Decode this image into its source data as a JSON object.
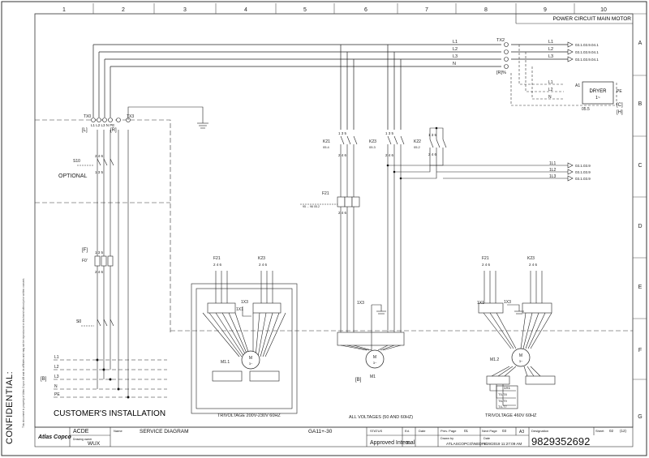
{
  "title": "POWER CIRCUIT MAIN MOTOR",
  "grid": {
    "columns": [
      "1",
      "2",
      "3",
      "4",
      "5",
      "6",
      "7",
      "8",
      "9",
      "10"
    ],
    "rows": [
      "A",
      "B",
      "C",
      "D",
      "E",
      "F",
      "G"
    ]
  },
  "left_margin": {
    "confidential": "CONFIDENTIAL:",
    "fine_print": "This document is property of Atlas Copco AB and its affiliates and may not be reproduced or disclosed without prior written consent."
  },
  "supply": {
    "lines_in": [
      "L1",
      "L2",
      "L3",
      "N"
    ],
    "terminal": "TX2",
    "lines_out": [
      "L1",
      "L2",
      "L3"
    ],
    "refs": [
      "03.1.03.9.04.1",
      "03.1.03.9.04.1",
      "03.1.03.9.04.1"
    ],
    "r_tag": "[R]%"
  },
  "dryer": {
    "label": "DRYER",
    "phase": "1~",
    "tag": "A1",
    "pe": "PE",
    "ref": "05.5",
    "lines": [
      "L1",
      "L2",
      "N"
    ],
    "c": "[C]",
    "h": "[H]"
  },
  "customer": {
    "terminal": "TX0",
    "terminal_labels": "L1 L2 L3  N PE",
    "tx3": "TX3",
    "l_tag": "[L]",
    "r_tag": "[R]",
    "s10": "S10",
    "optional": "OPTIONAL",
    "f_tag": "[F]",
    "fuse": "F0'",
    "s0": "S0",
    "b_tag": "[B]",
    "lines": [
      "L1",
      "L2",
      "L3",
      "N",
      "PE"
    ],
    "installation": "CUSTOMER'S INSTALLATION"
  },
  "contactors": {
    "k21": "K21",
    "k21_ref": "05.4",
    "k23": "K23",
    "k23_ref": "05.3",
    "k22": "K22",
    "k22_ref": "05.2",
    "f21": "F21",
    "f21_ref": "95 ... 96  05.2",
    "pins_top": "1  3  5",
    "pins_bot": "2  4  6"
  },
  "outputs": {
    "labels": [
      "1L1",
      "1L2",
      "1L3"
    ],
    "refs": [
      "03.1.03.9",
      "03.1.03.9",
      "03.1.03.9"
    ]
  },
  "detail_left": {
    "f21": "F21",
    "k23": "K23",
    "pins": "2  4  6",
    "tx3": "1X3",
    "tx1": "1X1",
    "motor": "M1.1",
    "m": "M",
    "phase": "3~",
    "caption": "TRIVOLTAGE 200V-230V 60HZ"
  },
  "detail_mid": {
    "tx3": "1X3",
    "motor": "M1",
    "m": "M",
    "phase": "3~",
    "b_tag": "[B]",
    "caption": "ALL VOLTAGES (50 AND 60HZ)"
  },
  "detail_right": {
    "f21": "F21",
    "k23": "K23",
    "pins": "2  4  6",
    "tx1": "1X1",
    "tx3": "1X3",
    "motor": "M1.2",
    "m": "M",
    "phase": "3~",
    "links": [
      "T5-T8",
      "T6-T9",
      "T4-T7"
    ],
    "caption": "TRIVOLTAGE 460V 60HZ"
  },
  "titleblock": {
    "brand": "Atlas Copco",
    "company": "ACDE",
    "drawing_owner_label": "Drawing owner",
    "drawing_owner": "WUX",
    "name_label": "Name",
    "name": "SERVICE DIAGRAM",
    "model": "GA11+-30",
    "status_label": "STATUS",
    "status": "Approved Internal",
    "ed_label": "Ed.",
    "ed": "00",
    "date_label": "Date",
    "prev_label": "Prev. Page",
    "prev": "01",
    "next_label": "Next Page",
    "next": "03",
    "size": "A3",
    "drawn_label": "Drawn by",
    "drawn": "ATLASCOPCO\\NEDPA",
    "date2_label": "Date",
    "date2": "1/29/2019 11:27:09 AM",
    "designation_label": "Designation",
    "designation": "9829352692",
    "sheet_label": "Sheet",
    "sheet": "02",
    "sheet_total": "(12)"
  }
}
